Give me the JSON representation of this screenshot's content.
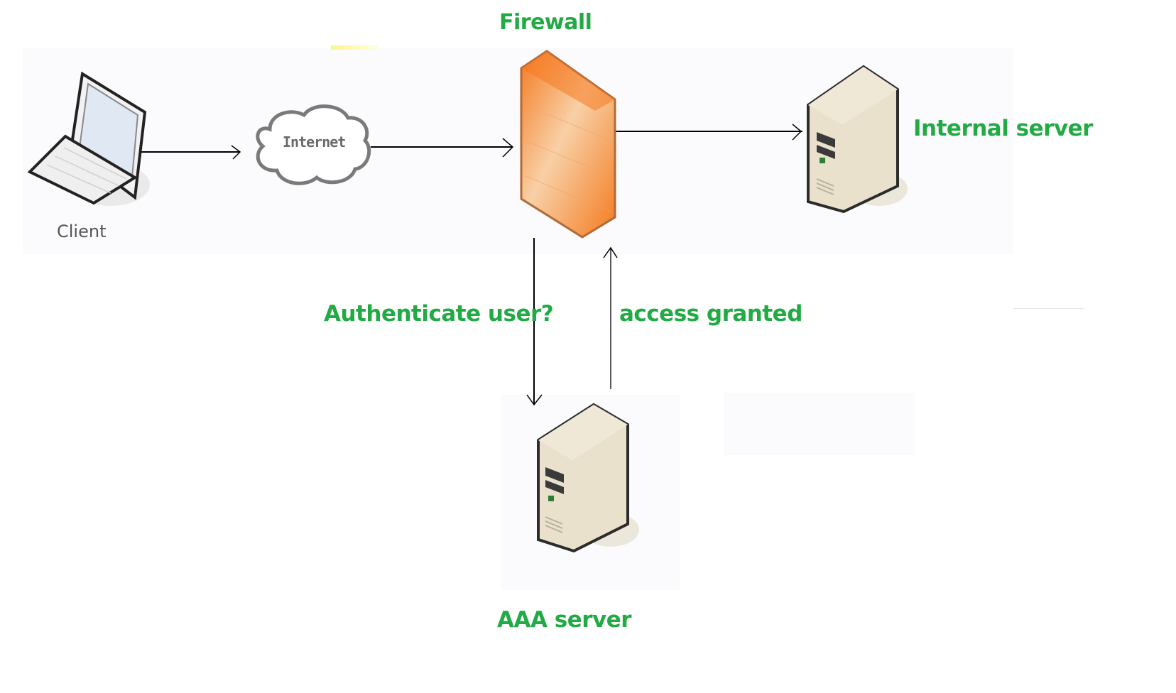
{
  "diagram": {
    "type": "network-authentication-flow",
    "colors": {
      "label": "#22aa44",
      "firewall": "#f47a2a",
      "server": "#e6dcc4",
      "arrow": "#000000"
    },
    "nodes": [
      {
        "id": "client",
        "label": "Client",
        "icon": "laptop-icon"
      },
      {
        "id": "internet",
        "label": "Internet",
        "icon": "cloud-icon"
      },
      {
        "id": "firewall",
        "label": "Firewall",
        "icon": "firewall-icon"
      },
      {
        "id": "internal-server",
        "label": "Internal server",
        "icon": "server-tower-icon"
      },
      {
        "id": "aaa-server",
        "label": "AAA server",
        "icon": "server-tower-icon"
      }
    ],
    "edges": [
      {
        "from": "client",
        "to": "internet",
        "label": ""
      },
      {
        "from": "internet",
        "to": "firewall",
        "label": ""
      },
      {
        "from": "firewall",
        "to": "internal-server",
        "label": ""
      },
      {
        "from": "firewall",
        "to": "aaa-server",
        "label": "Authenticate user?"
      },
      {
        "from": "aaa-server",
        "to": "firewall",
        "label": "access granted"
      }
    ]
  }
}
